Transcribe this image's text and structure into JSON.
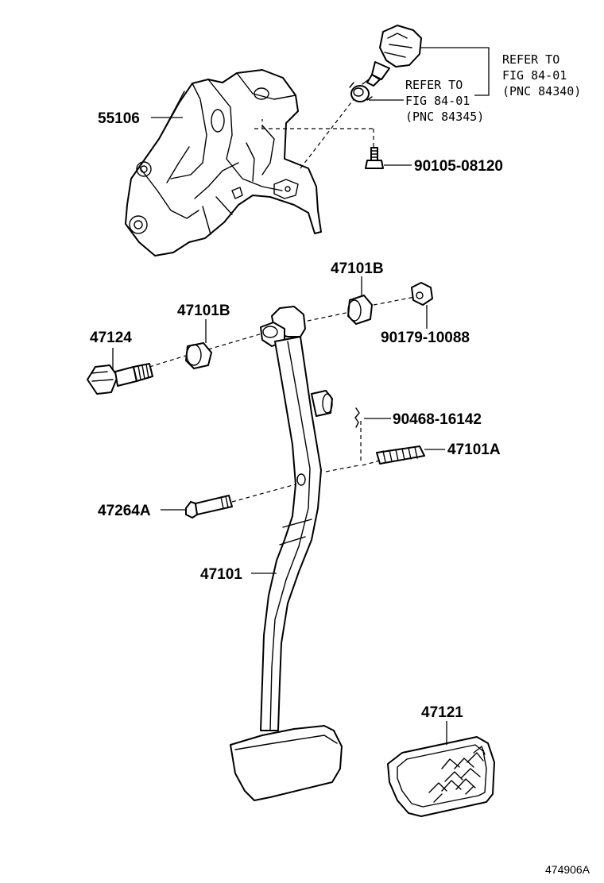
{
  "diagram": {
    "labels": {
      "bracket": "55106",
      "refer_1_line1": "REFER TO",
      "refer_1_line2": "FIG 84-01",
      "refer_1_line3": "(PNC 84340)",
      "refer_2_line1": "REFER TO",
      "refer_2_line2": "FIG 84-01",
      "refer_2_line3": "(PNC 84345)",
      "bolt_top": "90105-08120",
      "bushing_right": "47101B",
      "bushing_left": "47101B",
      "nut": "90179-10088",
      "bolt_pivot": "47124",
      "clip": "90468-16142",
      "spring": "47101A",
      "pin": "47264A",
      "pedal": "47101",
      "pad": "47121"
    },
    "footer": "474906A"
  }
}
